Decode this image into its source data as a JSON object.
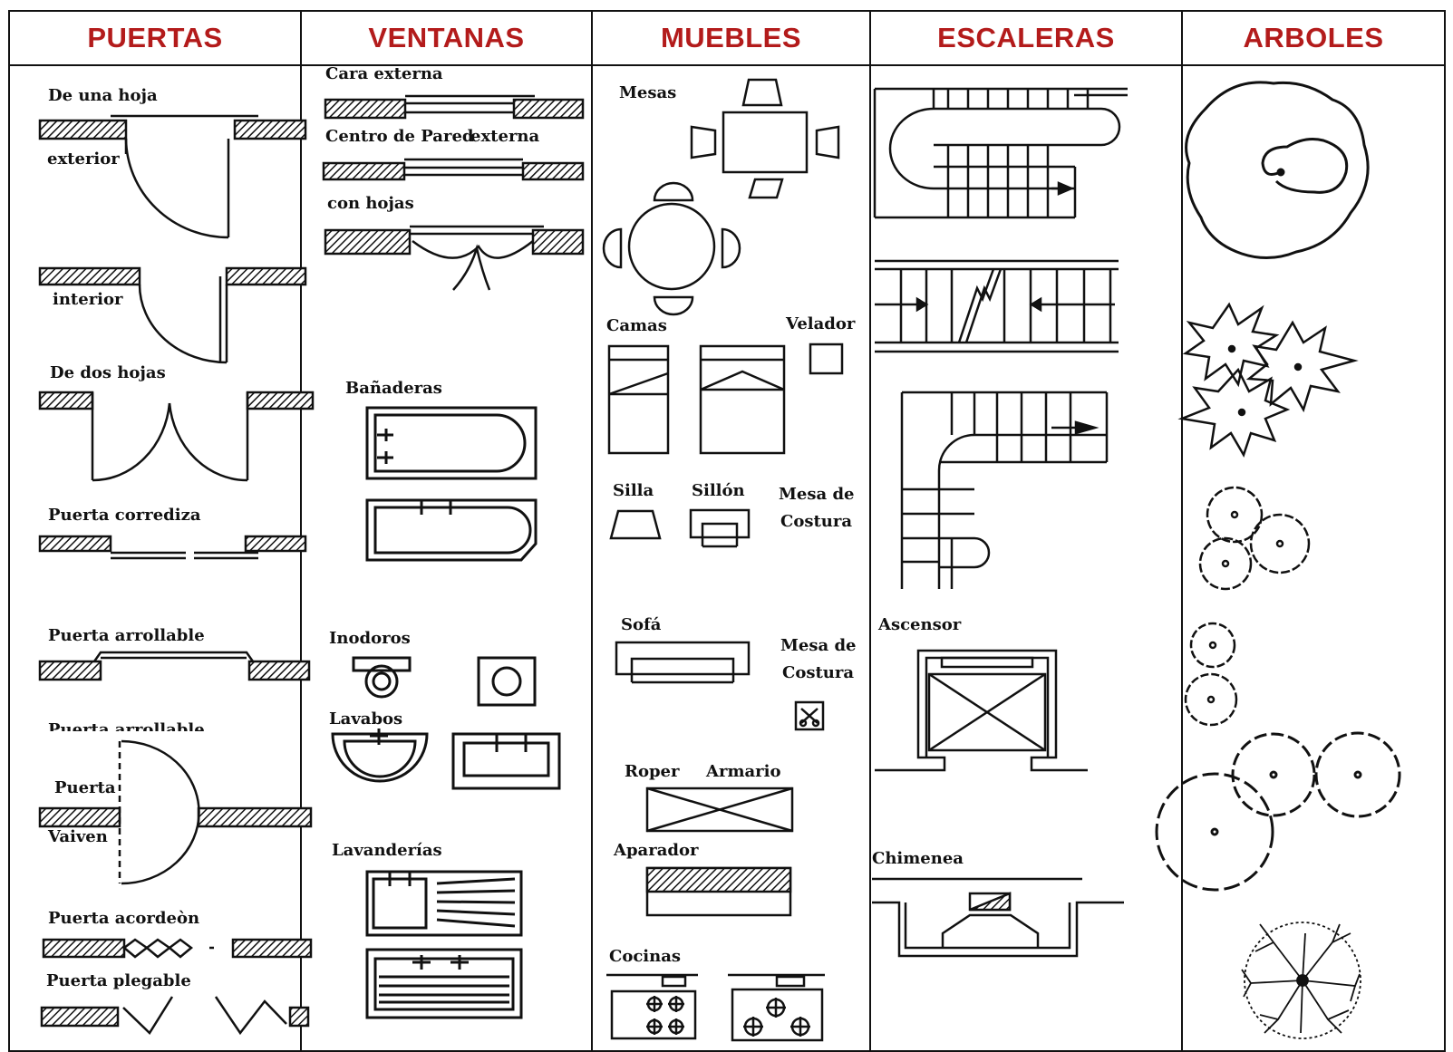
{
  "columns": [
    {
      "title": "PUERTAS"
    },
    {
      "title": "VENTANAS"
    },
    {
      "title": "MUEBLES"
    },
    {
      "title": "ESCALERAS"
    },
    {
      "title": "ARBOLES"
    }
  ],
  "puertas": {
    "una_hoja": "De una hoja",
    "exterior": "exterior",
    "interior": "interior",
    "dos_hojas": "De dos hojas",
    "corrediza": "Puerta corrediza",
    "arrollable": "Puerta arrollable",
    "arrollable_cut": "Puerta arrollable",
    "vaiven_1": "Puerta",
    "vaiven_2": "Vaiven",
    "acordeon": "Puerta acordeòn",
    "plegable": "Puerta plegable"
  },
  "ventanas": {
    "cara_externa": "Cara externa",
    "centro_pared": "Centro de Pared",
    "externa": "externa",
    "con_hojas": "con hojas",
    "banaderas": "Bañaderas",
    "inodoros": "Inodoros",
    "lavabos": "Lavabos",
    "lavanderias": "Lavanderías"
  },
  "muebles": {
    "mesas": "Mesas",
    "camas": "Camas",
    "velador": "Velador",
    "silla": "Silla",
    "sillon": "Sillón",
    "mesa_costura_1": "Mesa de",
    "mesa_costura_2": "Costura",
    "sofa": "Sofá",
    "mesa_costura_b1": "Mesa de",
    "mesa_costura_b2": "Costura",
    "roper": "Roper",
    "armario": "Armario",
    "aparador": "Aparador",
    "cocinas": "Cocinas"
  },
  "escaleras": {
    "ascensor": "Ascensor",
    "chimenea": "Chimenea"
  },
  "colors": {
    "header": "#b31b1b",
    "ink": "#111111",
    "grid": "#111111"
  }
}
